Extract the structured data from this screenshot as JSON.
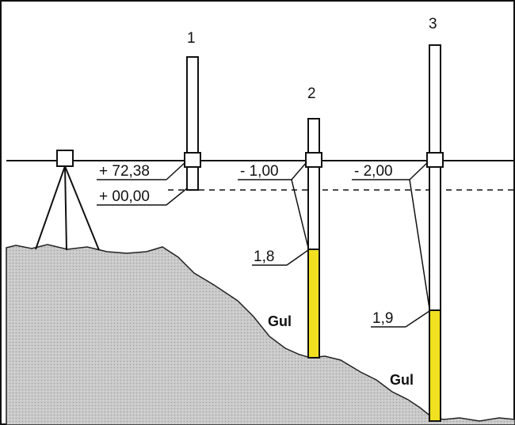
{
  "staffs": [
    {
      "number": "1",
      "upper_label": "+ 72,38",
      "lower_label": "+ 00,00"
    },
    {
      "number": "2",
      "upper_label": "- 1,00",
      "lower_label": "1,8",
      "zone_label": "Gul"
    },
    {
      "number": "3",
      "upper_label": "- 2,00",
      "lower_label": "1,9",
      "zone_label": "Gul"
    }
  ],
  "colors": {
    "ground": "#c9c9c9",
    "yellow_section": "#f0e020",
    "line": "#111111"
  }
}
